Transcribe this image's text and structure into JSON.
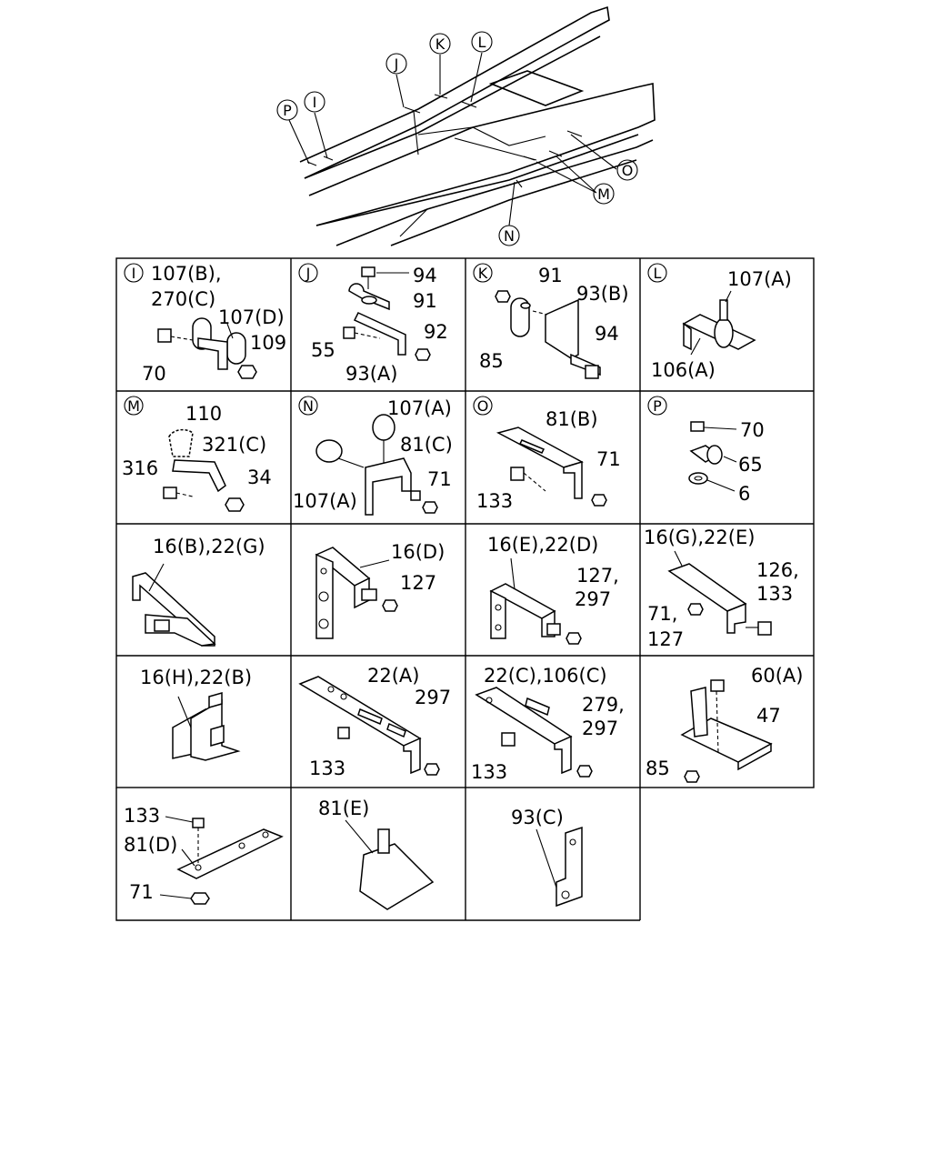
{
  "overview": {
    "callouts": [
      "J",
      "K",
      "L",
      "P",
      "I",
      "O",
      "M",
      "N"
    ]
  },
  "cells": [
    {
      "key": "I",
      "labels": [
        "107(B),",
        "270(C)",
        "107(D)",
        "109",
        "70"
      ]
    },
    {
      "key": "J",
      "labels": [
        "94",
        "91",
        "92",
        "55",
        "93(A)"
      ]
    },
    {
      "key": "K",
      "labels": [
        "91",
        "93(B)",
        "94",
        "85"
      ]
    },
    {
      "key": "L",
      "labels": [
        "107(A)",
        "106(A)"
      ]
    },
    {
      "key": "M",
      "labels": [
        "110",
        "321(C)",
        "316",
        "34"
      ]
    },
    {
      "key": "N",
      "labels": [
        "107(A)",
        "81(C)",
        "71",
        "107(A)"
      ]
    },
    {
      "key": "O",
      "labels": [
        "81(B)",
        "71",
        "133"
      ]
    },
    {
      "key": "P",
      "labels": [
        "70",
        "65",
        "6"
      ]
    },
    {
      "key": "",
      "labels": [
        "16(B),22(G)"
      ]
    },
    {
      "key": "",
      "labels": [
        "16(D)",
        "127"
      ]
    },
    {
      "key": "",
      "labels": [
        "16(E),22(D)",
        "127,",
        "297"
      ]
    },
    {
      "key": "",
      "labels": [
        "16(G),22(E)",
        "126,",
        "133",
        "71,",
        "127"
      ]
    },
    {
      "key": "",
      "labels": [
        "16(H),22(B)"
      ]
    },
    {
      "key": "",
      "labels": [
        "22(A)",
        "297",
        "133"
      ]
    },
    {
      "key": "",
      "labels": [
        "22(C),106(C)",
        "279,",
        "297",
        "133"
      ]
    },
    {
      "key": "",
      "labels": [
        "60(A)",
        "47",
        "85"
      ]
    },
    {
      "key": "",
      "labels": [
        "133",
        "81(D)",
        "71"
      ]
    },
    {
      "key": "",
      "labels": [
        "81(E)"
      ]
    },
    {
      "key": "",
      "labels": [
        "93(C)"
      ]
    }
  ]
}
